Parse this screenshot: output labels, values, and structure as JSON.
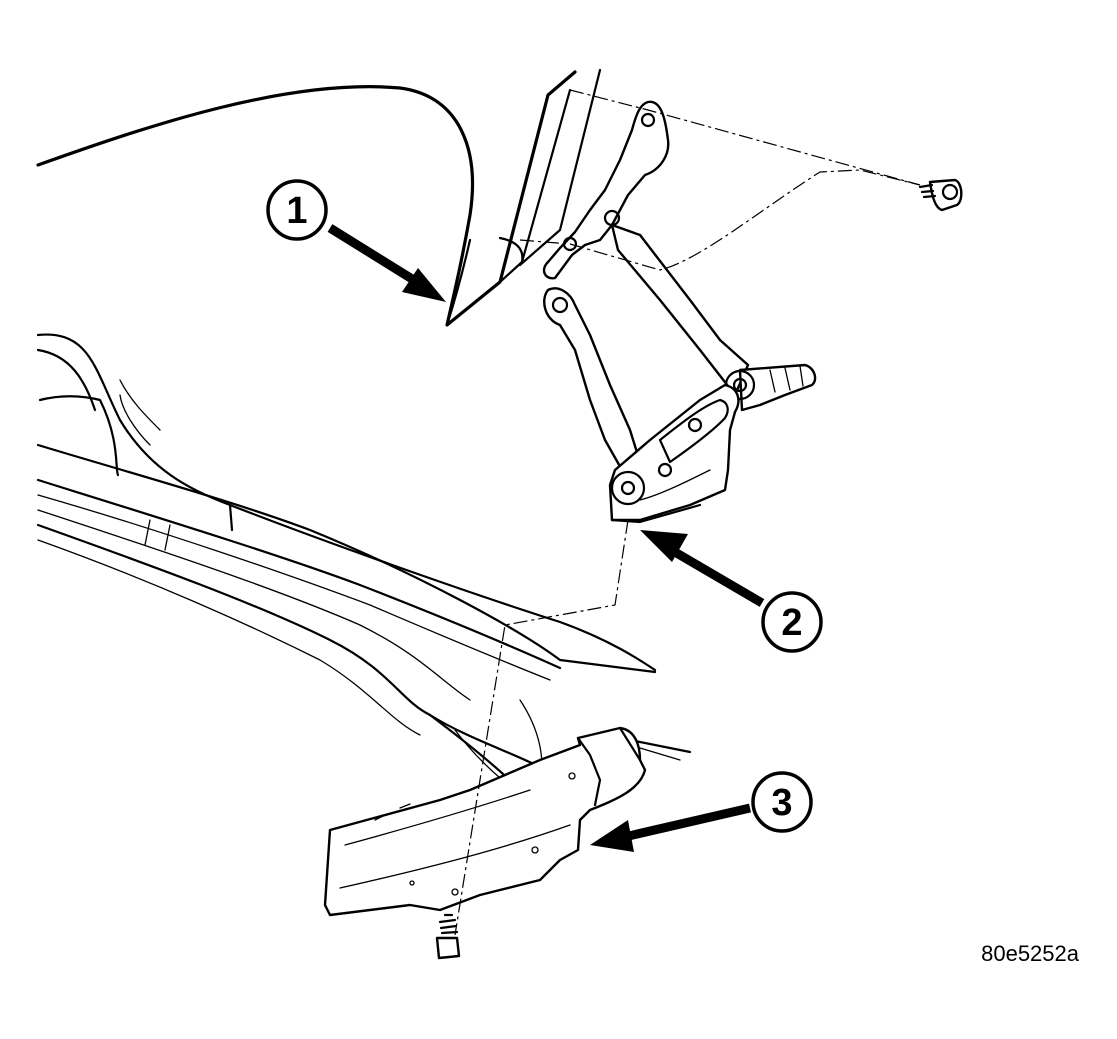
{
  "callouts": [
    {
      "id": "1",
      "label": "1"
    },
    {
      "id": "2",
      "label": "2"
    },
    {
      "id": "3",
      "label": "3"
    }
  ],
  "figure_id": "80e5252a"
}
